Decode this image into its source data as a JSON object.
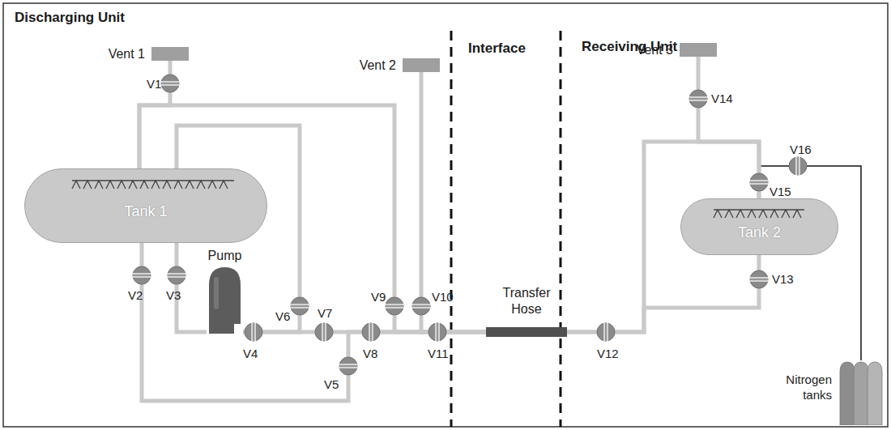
{
  "diagram": {
    "nodes": [
      {
        "text": [
          "Vent 1"
        ]
      },
      {
        "text": [
          "Tank 1"
        ]
      },
      {
        "text": [
          "Pump"
        ]
      },
      {
        "text": [
          "Vent 2"
        ]
      },
      {
        "text": [
          "Transfer Hose"
        ]
      },
      {
        "text": [
          "Vent 3"
        ]
      },
      {
        "text": [
          "Tank 2"
        ]
      },
      {
        "text": [
          "Nitrogen tanks"
        ]
      }
    ],
    "edges": [
      {
        "from": 0,
        "to": 1,
        "arrow": "none"
      },
      {
        "from": 1,
        "to": 2,
        "arrow": "none"
      },
      {
        "from": 2,
        "to": 4,
        "arrow": "none"
      },
      {
        "from": 1,
        "to": 4,
        "arrow": "none"
      },
      {
        "from": 2,
        "to": 1,
        "arrow": "none"
      },
      {
        "from": 1,
        "to": 4,
        "arrow": "none"
      },
      {
        "from": 3,
        "to": 4,
        "arrow": "none"
      },
      {
        "from": 4,
        "to": 6,
        "arrow": "none"
      },
      {
        "from": 4,
        "to": 6,
        "arrow": "none"
      },
      {
        "from": 5,
        "to": 6,
        "arrow": "none"
      },
      {
        "from": 7,
        "to": 6,
        "arrow": "none"
      }
    ],
    "labels": [
      "Discharging Unit",
      "Interface",
      "Receiving Unit",
      "V1",
      "V2",
      "V3",
      "V4",
      "V5",
      "V6",
      "V7",
      "V8",
      "V9",
      "V10",
      "V11",
      "V12",
      "V13",
      "V14",
      "V15",
      "V16"
    ]
  }
}
